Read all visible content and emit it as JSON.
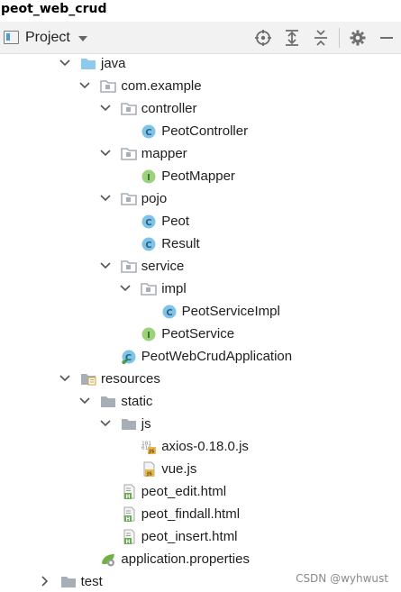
{
  "window": {
    "title": "peot_web_crud"
  },
  "toolbar": {
    "view_label": "Project",
    "buttons": [
      "locate-icon",
      "expand-all-icon",
      "collapse-all-icon",
      "gear-icon",
      "minimize-icon"
    ]
  },
  "tree": {
    "items": [
      {
        "label": "java",
        "icon": "source-folder-icon",
        "expanded": true
      },
      {
        "label": "com.example",
        "icon": "package-icon",
        "expanded": true
      },
      {
        "label": "controller",
        "icon": "package-icon",
        "expanded": true
      },
      {
        "label": "PeotController",
        "icon": "class-icon"
      },
      {
        "label": "mapper",
        "icon": "package-icon",
        "expanded": true
      },
      {
        "label": "PeotMapper",
        "icon": "interface-icon"
      },
      {
        "label": "pojo",
        "icon": "package-icon",
        "expanded": true
      },
      {
        "label": "Peot",
        "icon": "class-icon"
      },
      {
        "label": "Result",
        "icon": "class-icon"
      },
      {
        "label": "service",
        "icon": "package-icon",
        "expanded": true
      },
      {
        "label": "impl",
        "icon": "package-icon",
        "expanded": true
      },
      {
        "label": "PeotServiceImpl",
        "icon": "class-icon"
      },
      {
        "label": "PeotService",
        "icon": "interface-icon"
      },
      {
        "label": "PeotWebCrudApplication",
        "icon": "spring-boot-class-icon"
      },
      {
        "label": "resources",
        "icon": "resources-folder-icon",
        "expanded": true
      },
      {
        "label": "static",
        "icon": "folder-icon",
        "expanded": true
      },
      {
        "label": "js",
        "icon": "folder-icon",
        "expanded": true
      },
      {
        "label": "axios-0.18.0.js",
        "icon": "js-binary-file-icon"
      },
      {
        "label": "vue.js",
        "icon": "js-file-icon"
      },
      {
        "label": "peot_edit.html",
        "icon": "html-file-icon"
      },
      {
        "label": "peot_findall.html",
        "icon": "html-file-icon"
      },
      {
        "label": "peot_insert.html",
        "icon": "html-file-icon"
      },
      {
        "label": "application.properties",
        "icon": "properties-file-icon"
      },
      {
        "label": "test",
        "icon": "folder-icon",
        "expanded": false
      }
    ]
  },
  "watermark": "CSDN @wyhwust",
  "colors": {
    "class_blue": "#7fc3e8",
    "interface_green": "#9bd27c",
    "folder_gray": "#a8aeb5",
    "source_folder_blue": "#8ec9ee",
    "js_yellow": "#e8b84a",
    "html_green": "#6aab53"
  }
}
